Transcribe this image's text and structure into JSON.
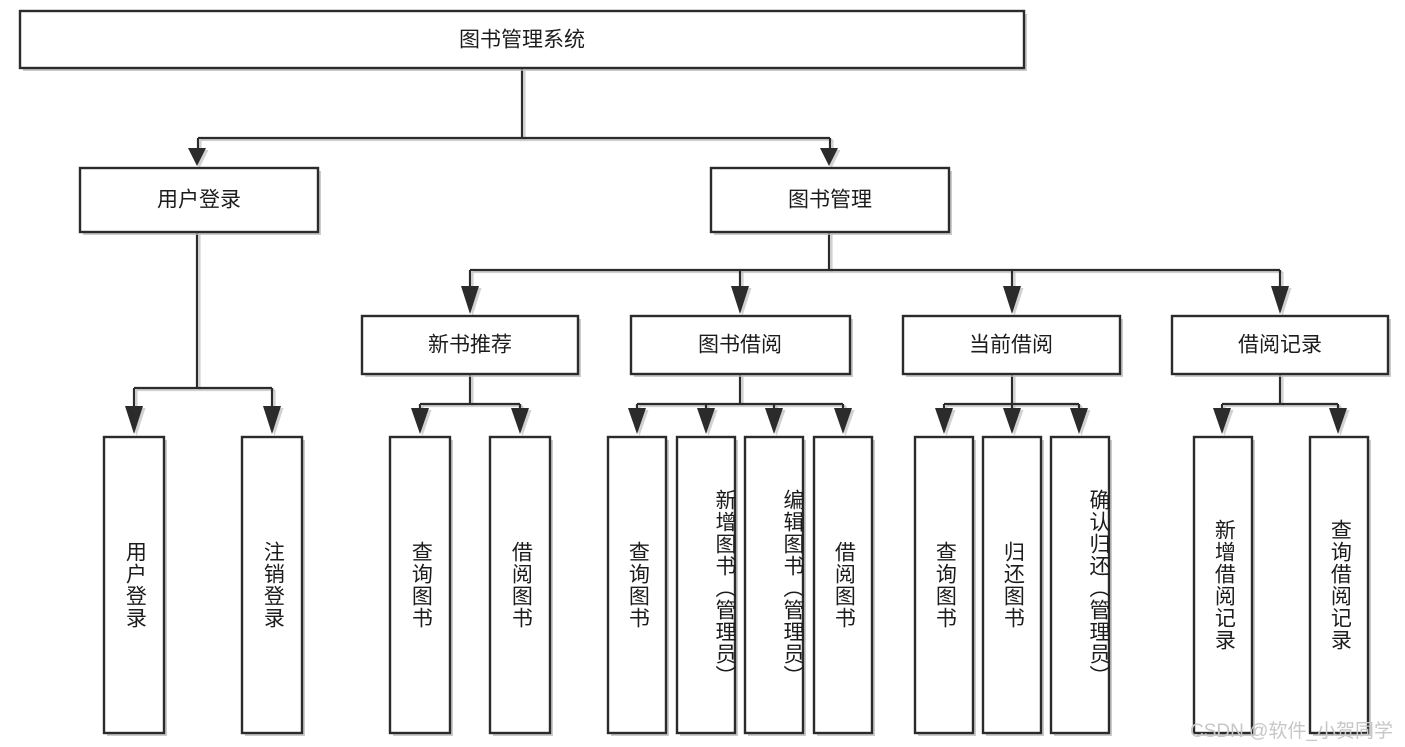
{
  "diagram": {
    "title": "图书管理系统",
    "type": "hierarchy-tree",
    "watermark": "CSDN @软件_小贺同学",
    "colors": {
      "box_stroke": "#2b2b2b",
      "box_fill": "#ffffff",
      "line": "#2b2b2b",
      "text": "#1c1c1c",
      "shadow": "#bdbdbd",
      "watermark": "#c7c7c7"
    },
    "root": {
      "label": "图书管理系统"
    },
    "level2": [
      {
        "label": "用户登录"
      },
      {
        "label": "图书管理"
      }
    ],
    "level3": [
      {
        "label": "新书推荐"
      },
      {
        "label": "图书借阅"
      },
      {
        "label": "当前借阅"
      },
      {
        "label": "借阅记录"
      }
    ],
    "leaves": {
      "user_login": [
        {
          "label": "用户登录"
        },
        {
          "label": "注销登录"
        }
      ],
      "new_book_recommend": [
        {
          "label": "查询图书"
        },
        {
          "label": "借阅图书"
        }
      ],
      "book_borrow": [
        {
          "label": "查询图书"
        },
        {
          "label": "新增图书（管理员）"
        },
        {
          "label": "编辑图书（管理员）"
        },
        {
          "label": "借阅图书"
        }
      ],
      "current_borrow": [
        {
          "label": "查询图书"
        },
        {
          "label": "归还图书"
        },
        {
          "label": "确认归还（管理员）"
        }
      ],
      "borrow_record": [
        {
          "label": "新增借阅记录"
        },
        {
          "label": "查询借阅记录"
        }
      ]
    }
  }
}
